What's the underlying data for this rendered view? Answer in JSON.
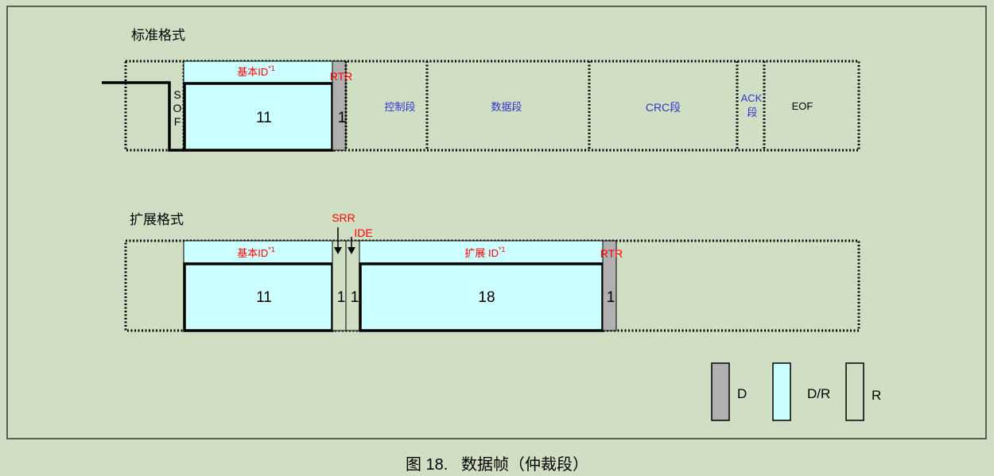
{
  "standard": {
    "title": "标准格式",
    "sof": [
      "S",
      "O",
      "F"
    ],
    "base_id_label": "基本ID",
    "base_id_sup": "*1",
    "base_id_bits": "11",
    "rtr_label": "RTR",
    "rtr_bits": "1",
    "control": "控制段",
    "data": "数据段",
    "crc": "CRC段",
    "ack": [
      "ACK",
      "段"
    ],
    "eof": "EOF"
  },
  "extended": {
    "title": "扩展格式",
    "base_id_label": "基本ID",
    "base_id_sup": "*1",
    "base_id_bits": "11",
    "srr_label": "SRR",
    "srr_bits": "1",
    "ide_label": "IDE",
    "ide_bits": "1",
    "ext_id_label": "扩展 ID",
    "ext_id_sup": "*1",
    "ext_id_bits": "18",
    "rtr_label": "RTR",
    "rtr_bits": "1"
  },
  "legend": [
    {
      "label": "D",
      "color": "#b0b0b0"
    },
    {
      "label": "D/R",
      "color": "#ccffff"
    },
    {
      "label": "R",
      "color": "#d0dfc4"
    }
  ],
  "caption": "图 18.   数据帧（仲裁段）",
  "colors": {
    "background": "#d0dfc4",
    "dr": "#ccffff",
    "d": "#b0b0b0",
    "red_label": "#ff0000",
    "blue_label": "#3333cc"
  }
}
